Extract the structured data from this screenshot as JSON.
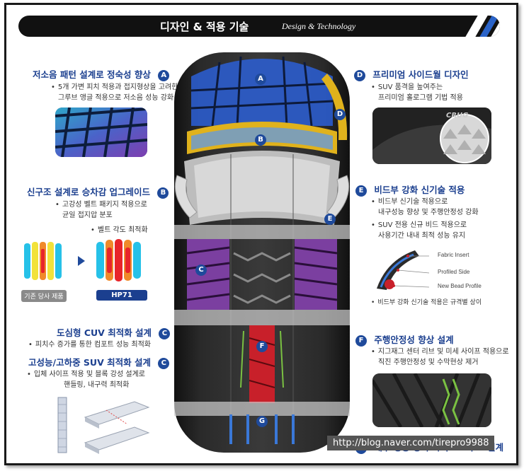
{
  "header": {
    "title": "디자인 & 적용 기술",
    "subtitle": "Design & Technology"
  },
  "left": {
    "a": {
      "title": "저소음 패턴 설계로 정숙성 향상",
      "badge": "A",
      "lines": [
        "5개 가변 피치 적용과 접지형상을 고려한",
        "그루브 앵글 적용으로 저소음 성능 강화"
      ]
    },
    "b": {
      "title": "신구조 설계로 승차감 업그레이드",
      "badge": "B",
      "lines": [
        "고강성 벨트 패키지 적용으로",
        "균일 접지압 분포",
        "벨트 각도 최적화"
      ],
      "label_left": "기존 당사 제품",
      "label_right": "HP71"
    },
    "c1": {
      "title": "도심형 CUV 최적화 설계",
      "badge": "C",
      "lines": [
        "피치수 증가를 통한 컴포트 성능 최적화"
      ]
    },
    "c2": {
      "title": "고성능/고하중 SUV 최적화 설계",
      "badge": "C",
      "lines": [
        "입체 사이프 적용 및 블록 강성 설계로",
        "핸들링, 내구력 최적화"
      ]
    }
  },
  "right": {
    "d": {
      "title": "프리미엄 사이드월 디자인",
      "badge": "D",
      "lines": [
        "SUV 품격을 높여주는",
        "프리미엄 홀로그램 기법 적용"
      ],
      "sidewall_text": "CRUG"
    },
    "e": {
      "title": "비드부 강화 신기술 적용",
      "badge": "E",
      "lines": [
        "비드부 신기술 적용으로",
        "내구성능 향상 및 주행안정성 강화",
        "SUV 전용 신규 비드 적용으로",
        "사용기간 내내 최적 성능 유지"
      ],
      "diagram_labels": [
        "Fabric Insert",
        "Profiled Side",
        "New Bead Profile"
      ],
      "note": "비드부 강화 신기술 적용은 규격별 상이"
    },
    "f": {
      "title": "주행안정성 향상 설계",
      "badge": "F",
      "lines": [
        "지그재그 센터 리브 및 미세 사이프 적용으로",
        "직진 주행안정성 및 수막현상 제거"
      ]
    },
    "g": {
      "title": "배수 성능 강화 와이드 그루브 설계",
      "badge": "G"
    }
  },
  "tire_markers": [
    "A",
    "B",
    "C",
    "D",
    "E",
    "F",
    "G"
  ],
  "watermark": "http://blog.naver.com/tirepro9988",
  "colors": {
    "navy": "#1b3f8f",
    "badge": "#1f4a9b",
    "header_bg": "#111111",
    "zone_a": "#2c5fd6",
    "zone_c": "#7b3fa0",
    "zone_f": "#c8202a",
    "sidewall_gold": "#e0b21c"
  }
}
